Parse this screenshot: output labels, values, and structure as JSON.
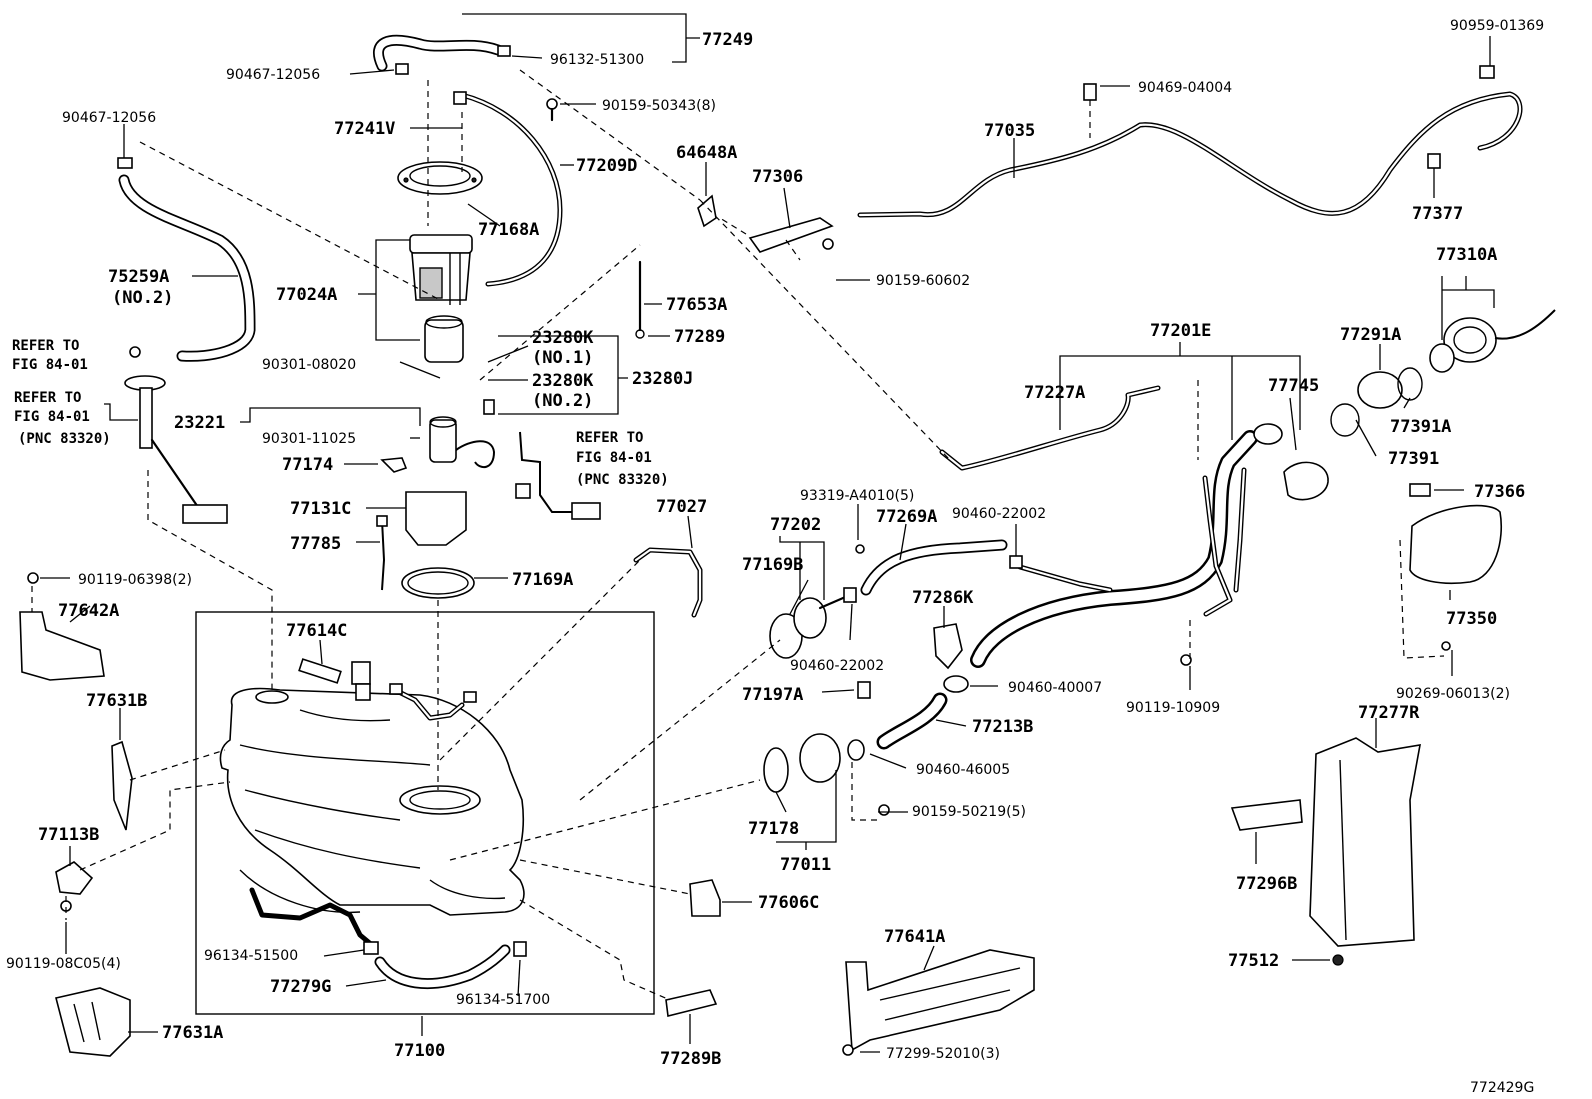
{
  "diagram": {
    "figure_code": "772429G",
    "part_labels": {
      "p77249": "77249",
      "p90467_12056_top": "90467-12056",
      "p96132_51300": "96132-51300",
      "p90959_01369": "90959-01369",
      "p90469_04004": "90469-04004",
      "p90467_12056_left": "90467-12056",
      "p90159_50343": "90159-50343(8)",
      "p77241V": "77241V",
      "p77209D": "77209D",
      "p64648A": "64648A",
      "p77306": "77306",
      "p77035": "77035",
      "p77377": "77377",
      "p77168A": "77168A",
      "p75259A": "75259A",
      "p75259A_sub": "(NO.2)",
      "p77024A": "77024A",
      "p90159_60602": "90159-60602",
      "p77310A": "77310A",
      "p77653A": "77653A",
      "p77289": "77289",
      "p77291A": "77291A",
      "p77201E": "77201E",
      "p23280K_1": "23280K",
      "p23280K_1_sub": "(NO.1)",
      "p23280K_2": "23280K",
      "p23280K_2_sub": "(NO.2)",
      "p23280J": "23280J",
      "p90301_08020": "90301-08020",
      "p77227A": "77227A",
      "p77745": "77745",
      "p77391A": "77391A",
      "p77391": "77391",
      "p23221": "23221",
      "p90301_11025": "90301-11025",
      "p77174": "77174",
      "p77131C": "77131C",
      "p77785": "77785",
      "p77169A": "77169A",
      "p77027": "77027",
      "p93319_A4010": "93319-A4010(5)",
      "p77202": "77202",
      "p77269A": "77269A",
      "p90460_22002_a": "90460-22002",
      "p77169B": "77169B",
      "p77366": "77366",
      "p90460_22002_b": "90460-22002",
      "p77286K": "77286K",
      "p77350": "77350",
      "p90119_06398": "90119-06398(2)",
      "p77642A": "77642A",
      "p77614C": "77614C",
      "p77197A": "77197A",
      "p90460_40007": "90460-40007",
      "p90119_10909": "90119-10909",
      "p90269_06013": "90269-06013(2)",
      "p77631B": "77631B",
      "p77213B": "77213B",
      "p77277R": "77277R",
      "p90460_46005": "90460-46005",
      "p90159_50219": "90159-50219(5)",
      "p77178": "77178",
      "p77113B": "77113B",
      "p77011": "77011",
      "p77296B": "77296B",
      "p77606C": "77606C",
      "p90119_08C05": "90119-08C05(4)",
      "p96134_51500": "96134-51500",
      "p77641A": "77641A",
      "p77279G": "77279G",
      "p77512": "77512",
      "p96134_51700": "96134-51700",
      "p77631A": "77631A",
      "p77100": "77100",
      "p77289B": "77289B",
      "p77299_52010": "77299-52010(3)"
    },
    "references": {
      "ref1_line1": "REFER TO",
      "ref1_line2": "FIG 84-01",
      "ref2_line1": "REFER TO",
      "ref2_line2": "FIG 84-01",
      "ref2_line3": "(PNC 83320)",
      "ref3_line1": "REFER TO",
      "ref3_line2": "FIG 84-01",
      "ref3_line3": "(PNC 83320)"
    },
    "icons": [
      "fuel-tank-icon",
      "fuel-pump-icon",
      "filler-pipe-icon",
      "fuel-cap-icon",
      "fuel-lid-icon",
      "hose-icon",
      "bolt-icon",
      "clip-icon",
      "protector-icon"
    ]
  }
}
